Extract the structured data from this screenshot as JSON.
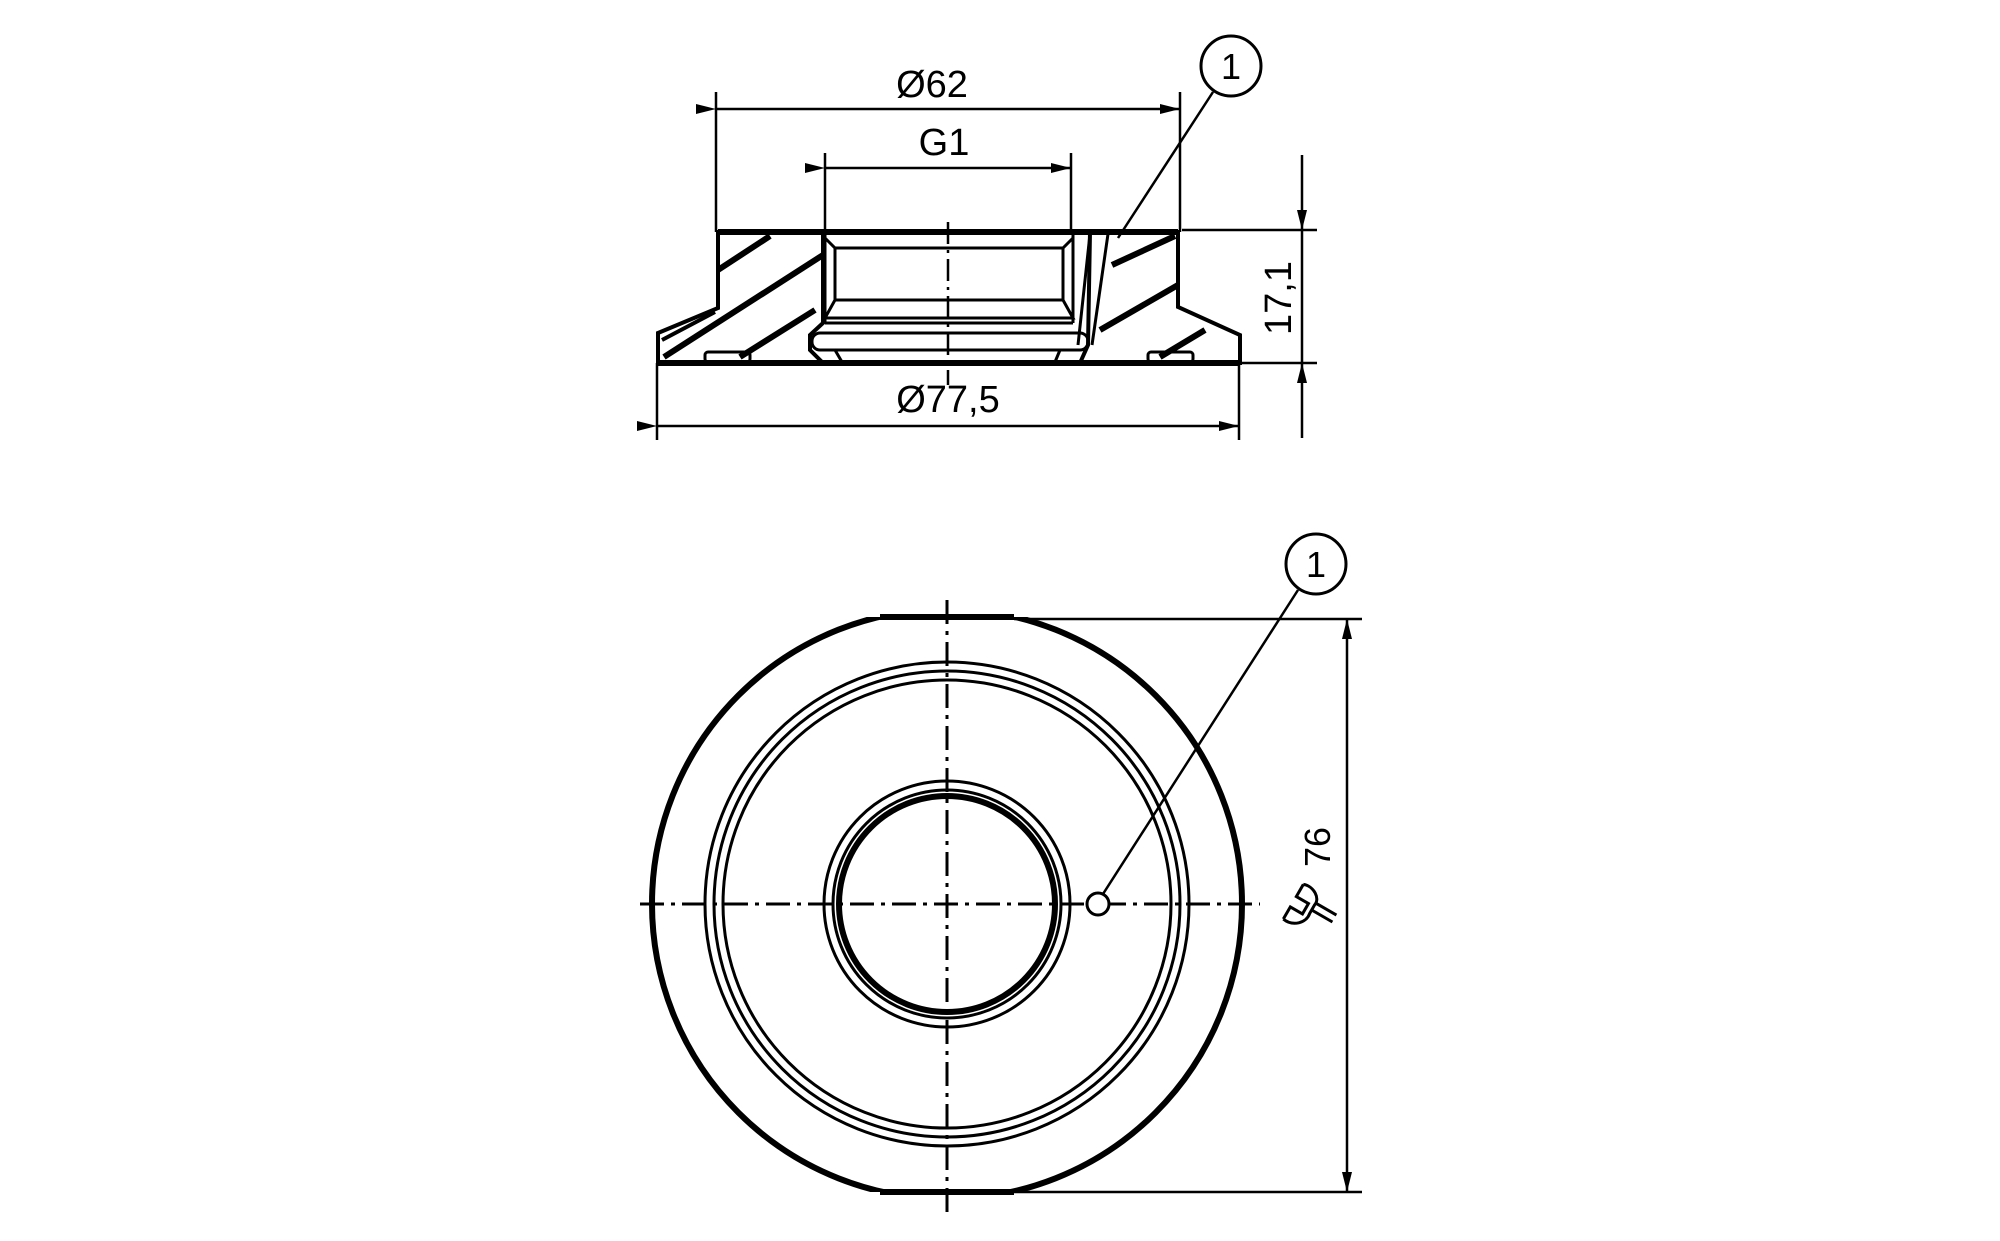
{
  "drawing": {
    "views": [
      "side-section",
      "bottom"
    ],
    "colors": {
      "line": "#000000",
      "background": "#ffffff"
    },
    "side_view": {
      "dimensions": {
        "outer_top_diameter": "Ø62",
        "thread": "G1",
        "base_diameter": "Ø77,5",
        "height": "17,1"
      },
      "callout": "1"
    },
    "bottom_view": {
      "dimensions": {
        "wrench_size": "76"
      },
      "wrench_icon": "wrench-icon",
      "callout": "1"
    }
  }
}
